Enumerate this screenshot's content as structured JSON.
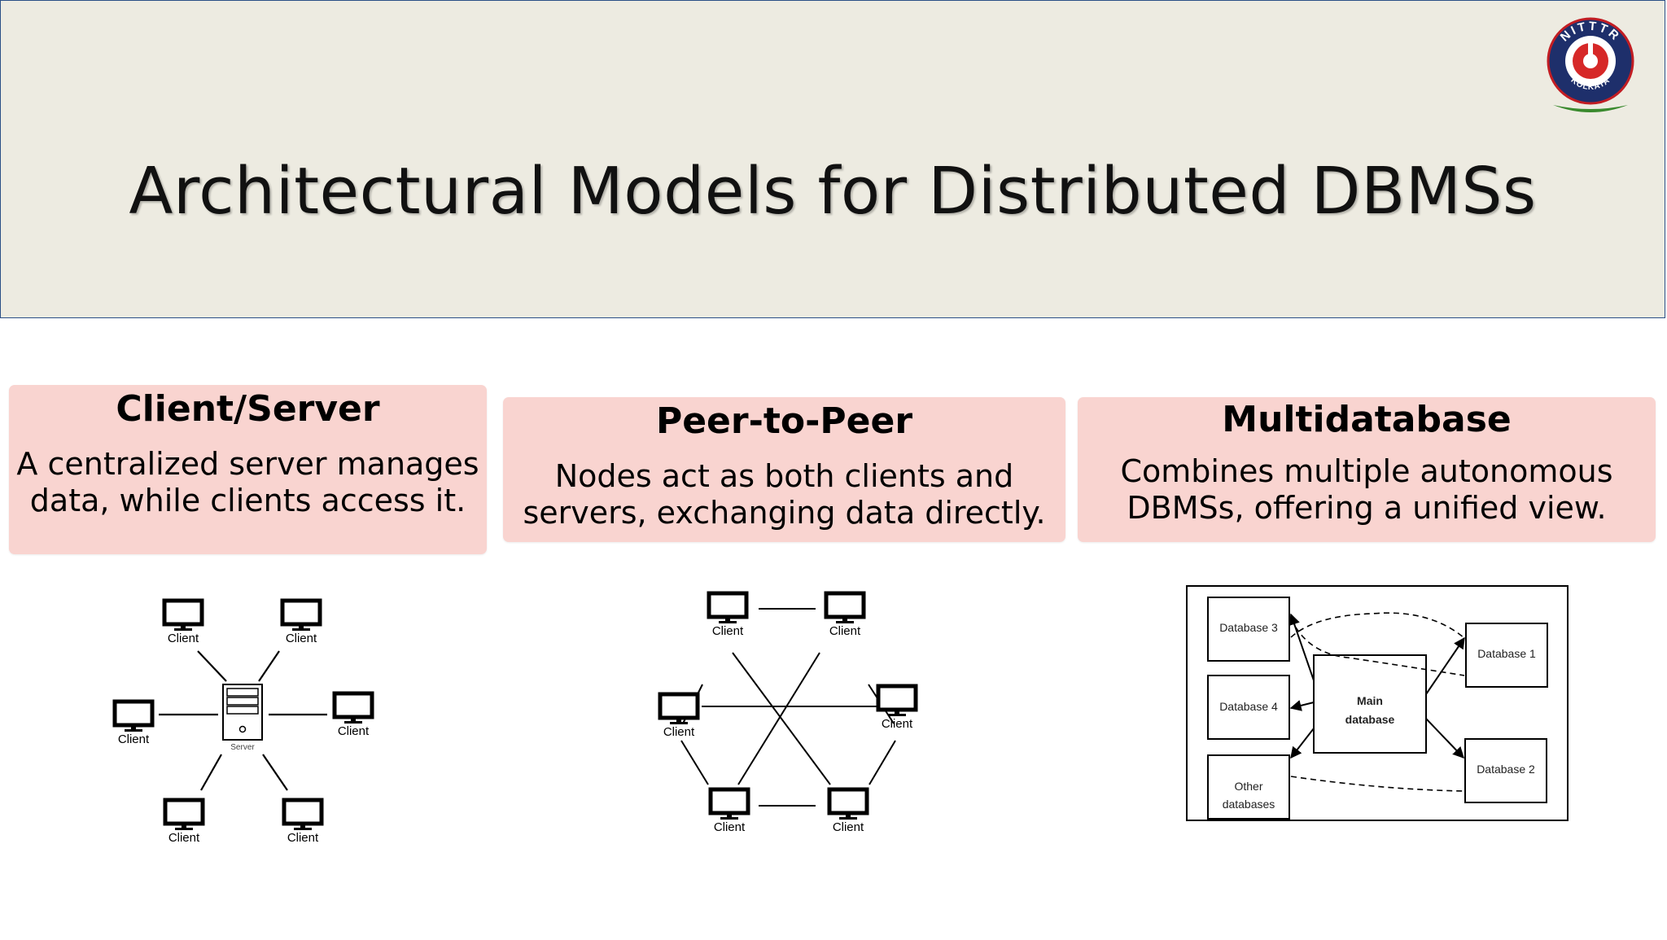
{
  "slide": {
    "title": "Architectural Models for Distributed DBMSs"
  },
  "logo": {
    "text_top": "NITTTR",
    "text_bottom": "KOLKATA"
  },
  "cards": [
    {
      "heading": "Client/Server",
      "description": "A centralized server manages data, while clients access it."
    },
    {
      "heading": "Peer-to-Peer",
      "description": "Nodes act as both clients and servers, exchanging data directly."
    },
    {
      "heading": "Multidatabase",
      "description": "Combines multiple autonomous DBMSs, offering a unified view."
    }
  ],
  "client_server_diagram": {
    "client_label": "Client",
    "server_label": "Server"
  },
  "p2p_diagram": {
    "client_label": "Client"
  },
  "multidatabase_diagram": {
    "main": [
      "Main",
      "database"
    ],
    "database_3": "Database  3",
    "database_4": "Database  4",
    "other": [
      "Other",
      "databases"
    ],
    "database_1": "Database  1",
    "database_2": "Database  2"
  }
}
